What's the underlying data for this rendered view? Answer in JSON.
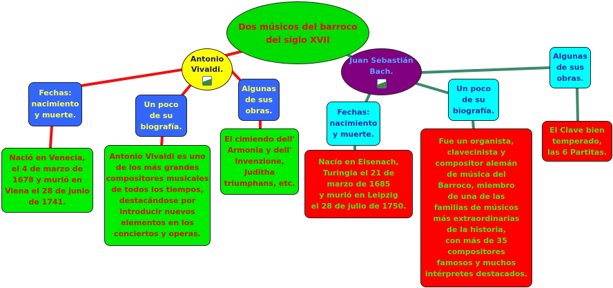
{
  "root": {
    "label": "Dos músicos del barroco\ndel siglo XVII"
  },
  "vivaldi": {
    "label": "Antonio\nVivaldi.",
    "topics": [
      {
        "label": "Fechas:\nnacimiento\ny muerte.",
        "detail": "Nació en Venecia,\nel 4 de marzo de\n1678 y murió en\nViena el 28 de junio\nde 1741."
      },
      {
        "label": "Un poco\nde su\nbiografía.",
        "detail": "Antonio Vivaldi es uno\nde los más grandes\ncompositores musicales\nde todos los tiempos,\ndestacándose por\nintroducir nuevos\nelementos en los\nconciertos y operas."
      },
      {
        "label": "Algunas\nde sus\nobras.",
        "detail": "El cimiendo dell'\nArmonia y dell'\nInvenzione,\nJuditha\ntriumphans, etc."
      }
    ]
  },
  "bach": {
    "label": "Juan Sebastián\nBach.",
    "topics": [
      {
        "label": "Fechas:\nnacimiento\ny muerte.",
        "detail": "Nacío en Eisenach,\nTuringia el 21 de\nmarzo de 1685\ny murió en Leipzig\nel 28 de julio de 1750."
      },
      {
        "label": "Un poco\nde su\nbiografía.",
        "detail": "Fue un organista,\nclavecinista y\ncompositor alemán\nde música del\nBarroco, miembro\nde una de las\nfamilias de músicos\nmás extraordinarias\nde la historia,\ncon más de 35\ncompositores\nfamosos y muchos\nintérpretes destacados."
      },
      {
        "label": "Algunas\nde sus\nobras.",
        "detail": "El Clave bien\ntemperado,\nlas 6 Partitas."
      }
    ]
  },
  "colors": {
    "vivaldi_line": "#ee1111",
    "bach_line": "#3a8a6a",
    "root_fill": "#00dd00",
    "vivaldi_fill": "#ffff00",
    "bach_fill": "#800080",
    "blue_box": "#3366ff",
    "green_box": "#00ee00",
    "cyan_box": "#00ffff",
    "red_box": "#ff0000"
  }
}
